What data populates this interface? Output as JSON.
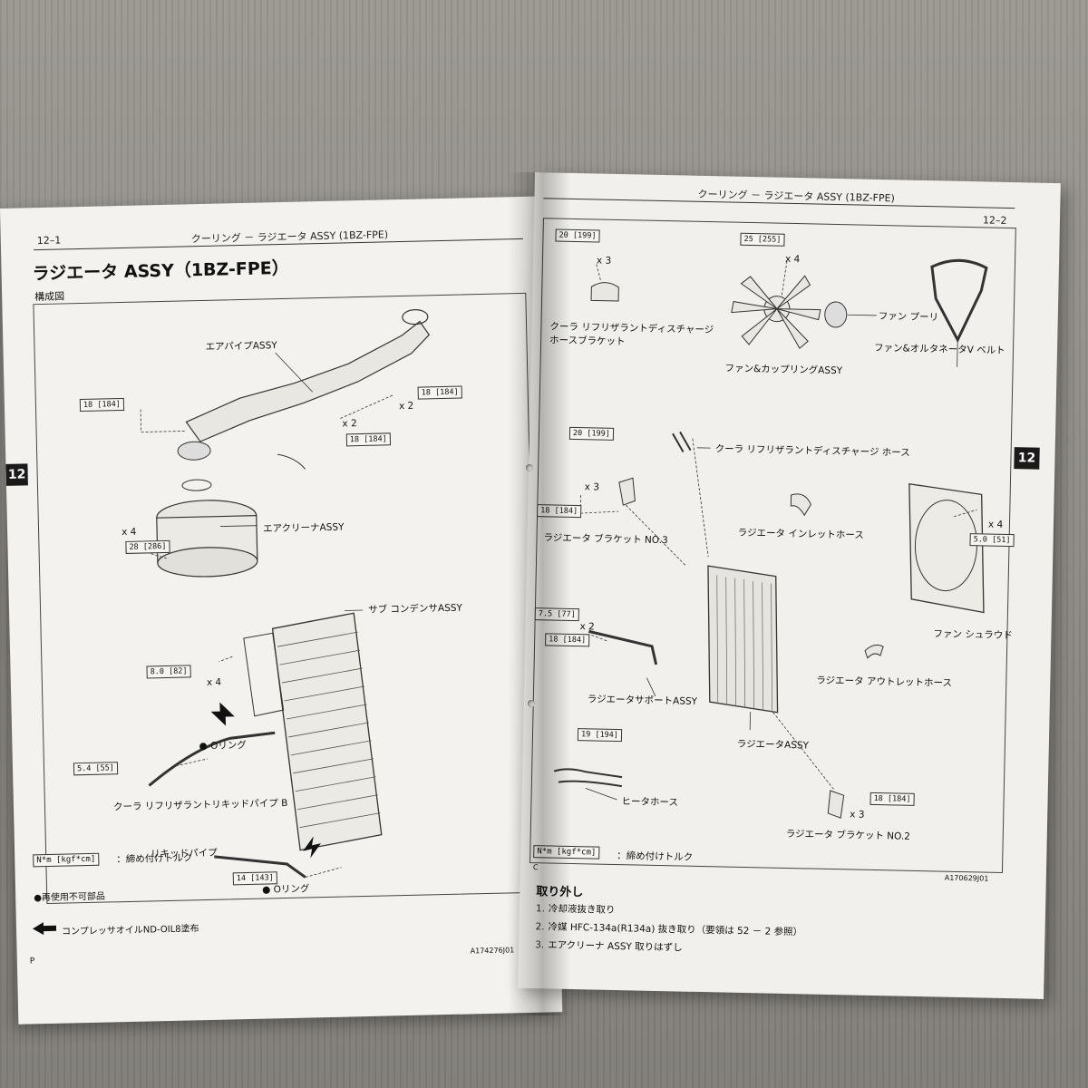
{
  "left_page": {
    "page_number": "12–1",
    "header": "クーリング － ラジエータ ASSY (1BZ-FPE)",
    "title": "ラジエータ ASSY（1BZ-FPE）",
    "subtitle": "構成図",
    "section_tab": "12",
    "labels": {
      "air_pipe": "エアパイプASSY",
      "air_cleaner": "エアクリーナASSY",
      "sub_condenser": "サブ コンデンサASSY",
      "o_ring_1": "Oリング",
      "cooler_pipe_b": "クーラ リフリザラントリキッドパイプ B",
      "liquid_pipe": "リキッドパイプ",
      "o_ring_2": "Oリング"
    },
    "torques": {
      "t1": "18 [184]",
      "t2": "18 [184]",
      "t3": "18 [184]",
      "t4": "28 [286]",
      "t5": "8.0 [82]",
      "t6": "5.4 [55]",
      "t7": "14 [143]"
    },
    "counts": {
      "c1": "x 2",
      "c2": "x 2",
      "c3": "x 4",
      "c4": "x 4"
    },
    "legend": {
      "unit_box": "N*m [kgf*cm]",
      "unit_text": "：締め付けトルク",
      "non_reusable": "●再使用不可部品",
      "oil": "コンプレッサオイルND-OIL8塗布"
    },
    "corner_letter": "P",
    "figure_id": "A174276J01"
  },
  "right_page": {
    "page_number": "12–2",
    "header": "クーリング － ラジエータ ASSY (1BZ-FPE)",
    "section_tab": "12",
    "labels": {
      "discharge_bracket": "クーラ リフリザラントディスチャージ\nホースブラケット",
      "fan_pulley": "ファン プーリ",
      "fan_coupling": "ファン&カップリングASSY",
      "fan_belt": "ファン&オルタネータV ベルト",
      "discharge_hose": "クーラ リフリザラントディスチャージ ホース",
      "bracket_no3": "ラジエータ ブラケット NO.3",
      "inlet_hose": "ラジエータ インレットホース",
      "fan_shroud": "ファン シュラウド",
      "support": "ラジエータサポートASSY",
      "outlet_hose": "ラジエータ アウトレットホース",
      "radiator": "ラジエータASSY",
      "heater_hose": "ヒータホース",
      "bracket_no2": "ラジエータ ブラケット NO.2"
    },
    "torques": {
      "t1": "20 [199]",
      "t2": "25 [255]",
      "t3": "20 [199]",
      "t4": "18 [184]",
      "t5": "5.0 [51]",
      "t6": "7.5 [77]",
      "t7": "18 [184]",
      "t8": "19 [194]",
      "t9": "18 [184]"
    },
    "counts": {
      "c1": "x 3",
      "c2": "x 4",
      "c3": "x 3",
      "c4": "x 4",
      "c5": "x 2",
      "c6": "x 3"
    },
    "legend": {
      "unit_box": "N*m [kgf*cm]",
      "unit_text": "：締め付けトルク"
    },
    "corner_letter": "C",
    "figure_id": "A170629J01",
    "procedure": {
      "title": "取り外し",
      "steps": [
        {
          "num": "1.",
          "text": "冷却液抜き取り"
        },
        {
          "num": "2.",
          "text": "冷媒 HFC-134a(R134a) 抜き取り（要領は 52 － 2 参照）"
        },
        {
          "num": "3.",
          "text": "エアクリーナ ASSY 取りはずし"
        }
      ]
    }
  }
}
